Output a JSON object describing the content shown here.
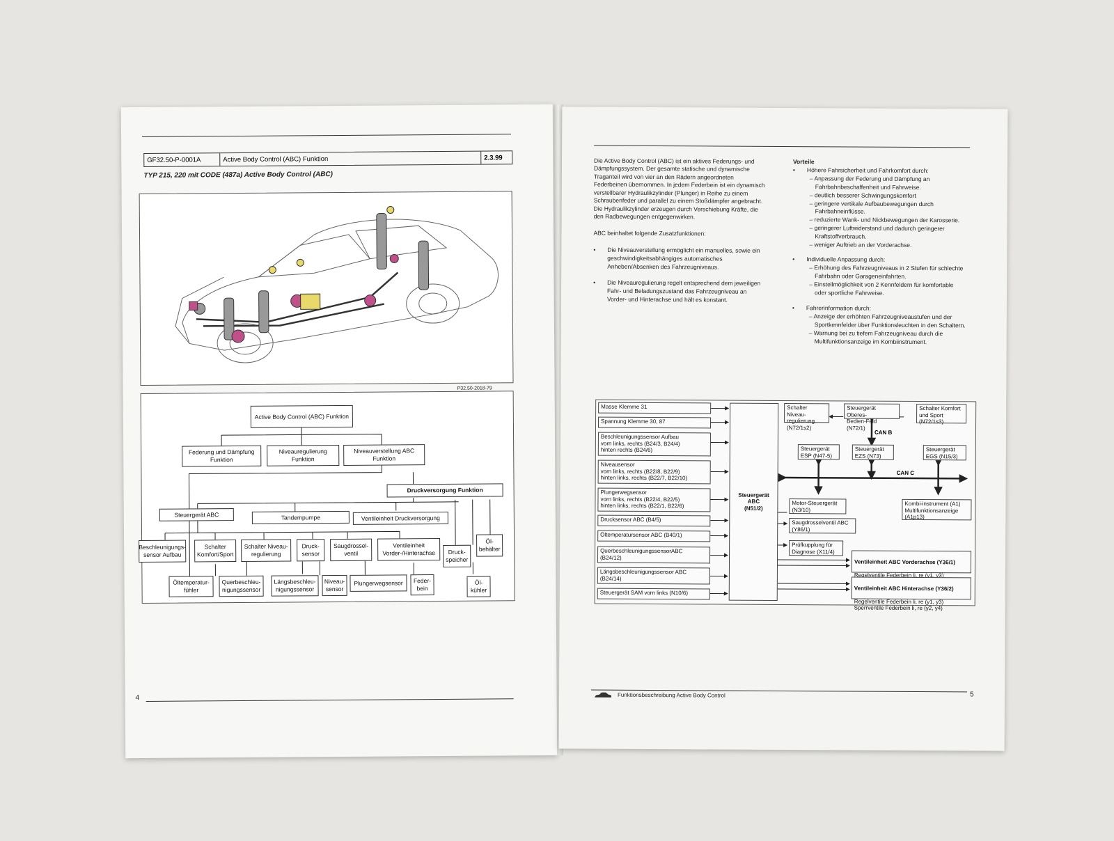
{
  "left": {
    "doc_code": "GF32.50-P-0001A",
    "doc_title": "Active Body Control (ABC) Funktion",
    "doc_date": "2.3.99",
    "typ_line": "TYP  215, 220 mit CODE (487a) Active Body Control (ABC)",
    "figure_ref": "P32.50-2018-79",
    "page_number": "4",
    "tree": {
      "root": "Active Body Control (ABC) Funktion",
      "l1": [
        "Federung und Dämpfung Funktion",
        "Niveauregulierung Funktion",
        "Niveauverstellung ABC Funktion"
      ],
      "druck": "Druckversorgung Funktion",
      "l2": [
        "Steuergerät ABC",
        "Tandempumpe",
        "Ventileinheit Druckversorgung"
      ],
      "l3": [
        "Beschleunigungs-sensor Aufbau",
        "Schalter Komfort/Sport",
        "Schalter Niveau-regulierung",
        "Druck-sensor",
        "Saugdrossel-ventil",
        "Ventileinheit Vorder-/Hinterachse",
        "Druck-speicher",
        "Öl-behälter"
      ],
      "l4": [
        "Öltemperatur-fühler",
        "Querbeschleu-nigungssensor",
        "Längsbeschleu-nigungssensor",
        "Niveau-sensor",
        "Plungerwegsensor",
        "Feder-bein",
        "Öl-kühler"
      ]
    }
  },
  "right": {
    "intro": "Die Active Body Control (ABC) ist ein aktives Federungs- und Dämpfungssystem. Der gesamte statische und dynamische Traganteil wird von vier an den Rädern angeordneten Federbeinen übernommen. In jedem Federbein ist ein dynamisch verstellbarer Hydraulikzylinder (Plunger) in Reihe zu einem Schraubenfeder und parallel zu einem Stoßdämpfer angebracht. Die Hydraulikzylinder erzeugen durch Verschiebung Kräfte, die den Radbewegungen entgegenwirken.",
    "zusatz_heading": "ABC beinhaltet folgende Zusatzfunktionen:",
    "zusatz": [
      "Die Niveauverstellung ermöglicht ein manuelles, sowie ein geschwindigkeitsabhängiges automatisches Anheben/Absenken des Fahrzeugniveaus.",
      "Die Niveauregulierung regelt entsprechend dem jeweiligen Fahr- und Beladungszustand das Fahrzeugniveau an Vorder- und Hinterachse und hält es konstant."
    ],
    "vorteile_heading": "Vorteile",
    "vorteile": [
      {
        "title": "Höhere Fahrsicherheit und Fahrkomfort durch:",
        "items": [
          "Anpassung der Federung und Dämpfung an Fahrbahnbeschaffenheit und Fahrweise.",
          "deutlich besserer Schwingungskomfort",
          "geringere vertikale Aufbaubewegungen durch Fahrbahneinflüsse.",
          "reduzierte Wank- und Nickbewegungen der Karosserie.",
          "geringerer Luftwiderstand und dadurch geringerer Kraftstoffverbrauch.",
          "weniger Auftrieb an der Vorderachse."
        ]
      },
      {
        "title": "Individuelle Anpassung durch:",
        "items": [
          "Erhöhung des Fahrzeugniveaus in 2 Stufen für schlechte Fahrbahn oder Garageneinfahrten.",
          "Einstellmöglichkeit von 2 Kennfeldern für komfortable oder sportliche Fahrweise."
        ]
      },
      {
        "title": "Fahrerinformation durch:",
        "items": [
          "Anzeige der erhöhten Fahrzeugniveaustufen und der Sportkennfelder über Funktionsleuchten in den Schaltern.",
          "Warnung bei zu tiefem Fahrzeugniveau durch die Multifunktionsanzeige im Kombiinstrument."
        ]
      }
    ],
    "inputs": [
      "Masse Klemme 31",
      "Spannung Klemme 30, 87",
      "Beschleunigungssensor Aufbau\nvorn links, rechts (B24/3, B24/4)\nhinten rechts (B24/6)",
      "Niveausensor\nvorn links, rechts (B22/8, B22/9)\nhinten links, rechts (B22/7, B22/10)",
      "Plungerwegsensor\nvorn links, rechts (B22/4, B22/5)\nhinten links, rechts (B22/1, B22/6)",
      "Drucksensor ABC (B4/5)",
      "Öltemperatursensor ABC (B40/1)",
      "QuerbeschleunigungssensorABC\n(B24/12)",
      "Längsbeschleunigungssensor ABC\n(B24/14)",
      "Steuergerät SAM vorn links (N10/6)"
    ],
    "ecu": "Steuergerät\nABC\n(N51/2)",
    "top_boxes": [
      "Schalter Niveau-\nregulierung\n(N72/1s2)",
      "Steuergerät Oberes-\nBedien-Feld (N72/1)",
      "Schalter Komfort\nund Sport\n(N72/1s3)"
    ],
    "can_b": "CAN B",
    "can_c": "CAN C",
    "mid_boxes": [
      "Steuergerät\nESP (N47-5)",
      "Steuergerät\nEZS (N73)",
      "Steuergerät\nEGS (N15/3)"
    ],
    "motor": "Motor-Steuergerät\n(N3/10)",
    "kombi": "Kombi-instrument (A1)\nMultifunktionsanzeige\n(A1p13)",
    "saug": "Saugdrosselventil ABC\n(Y86/1)",
    "pruef": "Prüfkupplung für\nDiagnose (X11/4)",
    "ve_front_title": "Ventileinheit ABC Vorderachse (Y36/1)",
    "ve_front_lines": "Regelventile Federbein li, re (y1, y3)\nSperrventile Federbein li, re (y2, y4)",
    "ve_rear_title": "Ventileinheit ABC Hinterachse (Y36/2)",
    "ve_rear_lines": "Regelventile Federbein li, re (y1, y3)\nSperrventile Federbein li, re (y2, y4)",
    "footer": "Funktionsbeschreibung Active Body Control",
    "page_number": "5"
  }
}
